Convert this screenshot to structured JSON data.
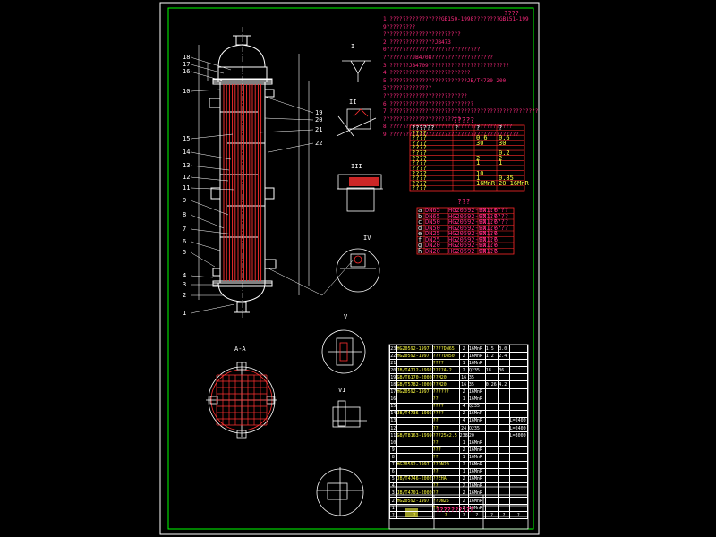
{
  "colors": {
    "background": "#000000",
    "border": "#00ff00",
    "vessel": "#ffffff",
    "tubes": "#ff3030",
    "annotation": "#ff2a7f",
    "table_grid": "#ff2a2a",
    "table_text": "#ffff40"
  },
  "notes": {
    "title": "????",
    "lines": [
      "1.????????????????GB150-1998????????GB151-1999?????????",
      "????????????????????????",
      "2.??????????????JB4730?????????????????????????????",
      "?????????JB4708???????????????????",
      "3.??????JB4709?????????????????????????",
      "4.?????????????????????????",
      "5.????????????????????????JB/T4730-2005??????????????",
      "??????????????????????????",
      "6.??????????????????????????",
      "7.??????????????????????????????????????????????",
      "????????????????????????",
      "8.??????????????????????????????????????",
      "9.????????????????????????????????????????"
    ]
  },
  "spec_table": {
    "title": "?????",
    "header": [
      "??????",
      "?",
      "?",
      "?"
    ],
    "rows": [
      [
        "????",
        "",
        "",
        ""
      ],
      [
        "????",
        "",
        "0.6",
        "0.6"
      ],
      [
        "????",
        "",
        "30",
        "30"
      ],
      [
        "????",
        "",
        "",
        ""
      ],
      [
        "????",
        "",
        "",
        "0.2"
      ],
      [
        "????",
        "",
        "2",
        "2"
      ],
      [
        "????",
        "",
        "1",
        "1"
      ],
      [
        "????",
        "",
        "",
        ""
      ],
      [
        "????",
        "",
        "10",
        ""
      ],
      [
        "????",
        "",
        "1",
        "0.85"
      ],
      [
        "????",
        "",
        "16MnR",
        "20 16MnR"
      ],
      [
        "????",
        "",
        "",
        ""
      ]
    ]
  },
  "nozzle_table": {
    "title": "???",
    "rows": [
      [
        "a",
        "DN65",
        "HG20592-97",
        "PN1.6",
        "?????"
      ],
      [
        "b",
        "DN65",
        "HG20592-97",
        "PN1.6",
        "?????"
      ],
      [
        "c",
        "DN50",
        "HG20592-97",
        "PN1.6",
        "?????"
      ],
      [
        "d",
        "DN50",
        "HG20592-97",
        "PN1.6",
        "?????"
      ],
      [
        "e",
        "DN25",
        "HG20592-97",
        "PN1.6",
        "??"
      ],
      [
        "f",
        "DN25",
        "HG20592-97",
        "PN1.6",
        "??"
      ],
      [
        "g",
        "DN20",
        "HG20592-97",
        "PN1.6",
        "??"
      ],
      [
        "h",
        "DN20",
        "HG20592-97",
        "PN1.6",
        "??"
      ]
    ]
  },
  "bom": {
    "rows": [
      [
        "23",
        "HG20592-1997",
        "????DN65",
        "2",
        "16MnR",
        "1.5",
        "3.0",
        ""
      ],
      [
        "22",
        "HG20592-1997",
        "????DN50",
        "2",
        "16MnR",
        "1.2",
        "2.4",
        ""
      ],
      [
        "21",
        "",
        "????",
        "1",
        "16MnR",
        "",
        "",
        ""
      ],
      [
        "20",
        "JB/T4712-1992",
        "????A-2",
        "2",
        "Q235",
        "18",
        "36",
        ""
      ],
      [
        "19",
        "GB/T6170-2000",
        "??M20",
        "16",
        "35",
        "",
        "",
        ""
      ],
      [
        "18",
        "GB/T5782-2000",
        "??M20",
        "16",
        "35",
        "0.26",
        "4.2",
        ""
      ],
      [
        "17",
        "HG20592-1997",
        "??????",
        "2",
        "16MnR",
        "",
        "",
        ""
      ],
      [
        "16",
        "",
        "??",
        "1",
        "16MnR",
        "",
        "",
        ""
      ],
      [
        "15",
        "",
        "????",
        "4",
        "Q235",
        "",
        "",
        ""
      ],
      [
        "14",
        "JB/T4736-1995",
        "????",
        "2",
        "16MnR",
        "",
        "",
        ""
      ],
      [
        "13",
        "",
        "??",
        "4",
        "16MnR",
        "",
        "",
        "L=2400"
      ],
      [
        "12",
        "",
        "??",
        "24",
        "Q235",
        "",
        "",
        "L=2400"
      ],
      [
        "11",
        "GB/T8163-1999",
        "???25x2.5",
        "238",
        "20",
        "",
        "",
        "L=3000"
      ],
      [
        "10",
        "",
        "??",
        "1",
        "16MnR",
        "",
        "",
        ""
      ],
      [
        "9",
        "",
        "???",
        "2",
        "16MnR",
        "",
        "",
        ""
      ],
      [
        "8",
        "",
        "??",
        "1",
        "16MnR",
        "",
        "",
        ""
      ],
      [
        "7",
        "HG20592-1997",
        "??DN20",
        "2",
        "16MnR",
        "",
        "",
        ""
      ],
      [
        "6",
        "",
        "??",
        "1",
        "16MnR",
        "",
        "",
        ""
      ],
      [
        "5",
        "JB/T4746-2002",
        "??EHA",
        "2",
        "16MnR",
        "",
        "",
        ""
      ],
      [
        "4",
        "",
        "??",
        "2",
        "16MnR",
        "",
        "",
        ""
      ],
      [
        "3",
        "JB/T4701-2000",
        "??",
        "2",
        "16MnR",
        "",
        "",
        ""
      ],
      [
        "2",
        "HG20592-1997",
        "??DN25",
        "2",
        "16MnR",
        "",
        "",
        ""
      ],
      [
        "1",
        "",
        "??",
        "2",
        "16MnR",
        "",
        "",
        ""
      ]
    ],
    "header": [
      "?",
      "?",
      "?",
      "?",
      "?",
      "?",
      "?",
      "?"
    ],
    "title_block_text": "??????????"
  },
  "callouts": {
    "left": [
      "18",
      "17",
      "16",
      "10",
      "15",
      "14",
      "13",
      "12",
      "11",
      "9",
      "8",
      "7",
      "6",
      "5",
      "4",
      "3",
      "2",
      "1"
    ],
    "right": [
      "19",
      "20",
      "21",
      "22"
    ],
    "detail_labels": [
      "I",
      "II",
      "III",
      "IV",
      "V",
      "VI",
      "A-A"
    ]
  }
}
